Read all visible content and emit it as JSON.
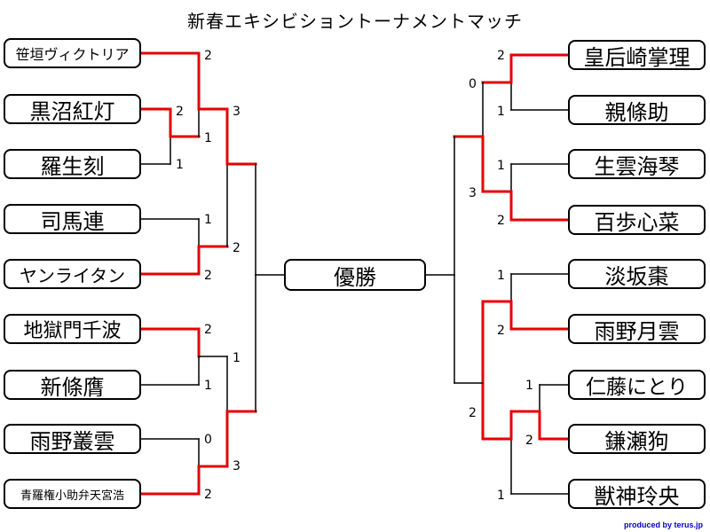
{
  "title": "新春エキシビショントーナメントマッチ",
  "champion_label": "優勝",
  "credit": "produced by terus.jp",
  "colors": {
    "win": "#e60000",
    "line": "#000000",
    "credit": "#0000cc"
  },
  "left": {
    "players": [
      "笹垣ヴィクトリア",
      "黒沼紅灯",
      "羅生刻",
      "司馬連",
      "ヤンライタン",
      "地獄門千波",
      "新條膺",
      "雨野叢雲",
      "青羅権小助弁天宮浩"
    ],
    "scores": {
      "qual_top": "2",
      "qual_bottom": "1",
      "r1": [
        [
          "2",
          "1"
        ],
        [
          "1",
          "2"
        ],
        [
          "2",
          "1"
        ],
        [
          "0",
          "2"
        ]
      ],
      "r2": [
        [
          "3",
          "2"
        ],
        [
          "1",
          "3"
        ]
      ]
    }
  },
  "right": {
    "players": [
      "皇后崎掌理",
      "親條助",
      "生雲海琴",
      "百歩心菜",
      "淡坂棗",
      "雨野月雲",
      "仁藤にとり",
      "鎌瀬狗",
      "獣神玲央"
    ],
    "scores": {
      "r1": [
        [
          "2",
          "1"
        ],
        [
          "1",
          "2"
        ],
        [
          "1",
          "2"
        ]
      ],
      "qual_top": "1",
      "qual_bottom": "2",
      "r1_last_bottom": "1",
      "r2": [
        [
          "0",
          "3"
        ],
        [
          "",
          "2"
        ]
      ]
    }
  }
}
